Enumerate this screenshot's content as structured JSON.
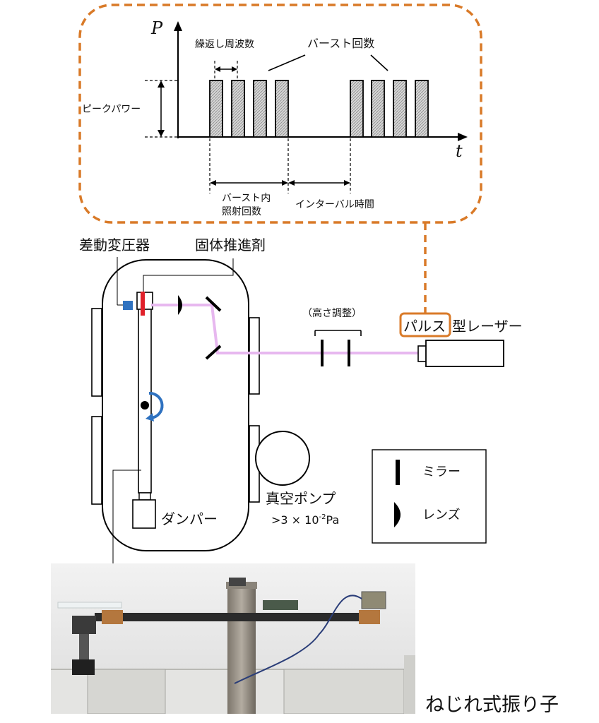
{
  "pulse_chart": {
    "axis_p": "P",
    "axis_t": "t",
    "rep_freq": "繰返し周波数",
    "burst_count": "バースト回数",
    "peak_power": "ピークパワー",
    "burst_shots_line1": "バースト内",
    "burst_shots_line2": "照射回数",
    "interval_time": "インターバル時間"
  },
  "labels": {
    "differential_transformer": "差動変圧器",
    "solid_propellant": "固体推進剤",
    "height_adjust": "（高さ調整）",
    "laser_pulse": "パルス",
    "laser_rest": "型レーザー",
    "damper": "ダンパー",
    "vacuum_pump": "真空ポンプ",
    "pressure_prefix": ">3 × 10",
    "pressure_exp": "-2",
    "pressure_unit": "Pa",
    "photo_caption": "ねじれ式振り子"
  },
  "legend": {
    "mirror": "ミラー",
    "lens": "レンズ"
  },
  "colors": {
    "callout_orange": "#d97a28",
    "laser_beam": "#e7b8ef",
    "sensor_blue": "#2f72c0",
    "target_red": "#e0202a",
    "pulse_fill": "#c8c8c8"
  }
}
